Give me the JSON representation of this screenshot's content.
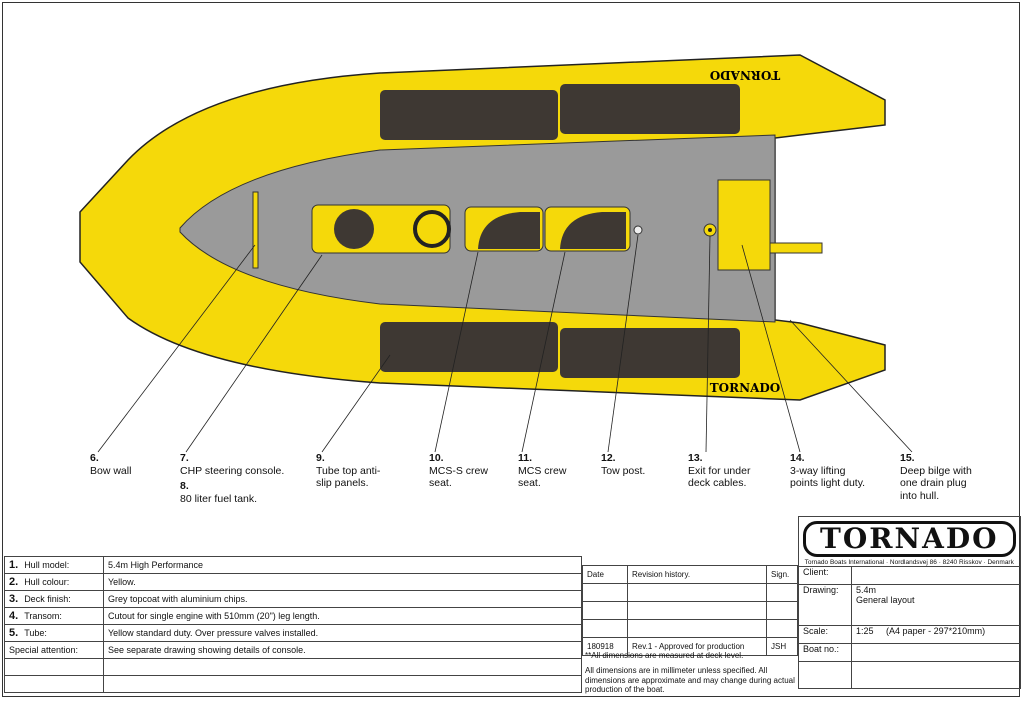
{
  "brand": {
    "logo": "TORNADO",
    "address": "Tornado Boats International · Nordlandsvej 86 · 8240 Risskov · Denmark"
  },
  "tube_text": {
    "top": "TORNADO",
    "bottom": "TORNADO"
  },
  "callouts": [
    {
      "num": "6.",
      "text": "Bow wall"
    },
    {
      "num": "7.",
      "text": "CHP steering console."
    },
    {
      "num": "8.",
      "text": "80 liter fuel tank."
    },
    {
      "num": "9.",
      "text": "Tube top anti-slip panels."
    },
    {
      "num": "10.",
      "text": "MCS-S crew seat."
    },
    {
      "num": "11.",
      "text": "MCS crew seat."
    },
    {
      "num": "12.",
      "text": "Tow post."
    },
    {
      "num": "13.",
      "text": "Exit for under deck cables."
    },
    {
      "num": "14.",
      "text": "3-way lifting points light duty."
    },
    {
      "num": "15.",
      "text": "Deep bilge with one drain plug into hull."
    }
  ],
  "spec": [
    {
      "num": "1.",
      "label": "Hull model:",
      "value": "5.4m High Performance"
    },
    {
      "num": "2.",
      "label": "Hull colour:",
      "value": "Yellow."
    },
    {
      "num": "3.",
      "label": "Deck finish:",
      "value": "Grey topcoat with aluminium chips."
    },
    {
      "num": "4.",
      "label": "Transom:",
      "value": "Cutout for single engine with 510mm (20\") leg length."
    },
    {
      "num": "5.",
      "label": "Tube:",
      "value": "Yellow standard duty. Over pressure valves installed."
    },
    {
      "num": "",
      "label": "Special attention:",
      "value": "See separate drawing showing details of console."
    }
  ],
  "revision": {
    "headers": {
      "date": "Date",
      "history": "Revision history.",
      "sign": "Sign."
    },
    "row": {
      "date": "180918",
      "history": "Rev.1 - Approved for production",
      "sign": "JSH"
    },
    "note1": "**All dimensions are measured at deck level.",
    "note2": "All dimensions are in millimeter unless specified. All dimensions are approximate and may change during actual production of the boat."
  },
  "titleblock": {
    "client_label": "Client:",
    "drawing_label": "Drawing:",
    "drawing_value1": "5.4m",
    "drawing_value2": "General layout",
    "scale_label": "Scale:",
    "scale_value": "1:25",
    "paper": "(A4 paper - 297*210mm)",
    "boatno_label": "Boat no.:"
  },
  "colors": {
    "tube": "#f5d90a",
    "deck": "#9a9a9a",
    "panel": "#3e3833",
    "outline": "#222222"
  }
}
